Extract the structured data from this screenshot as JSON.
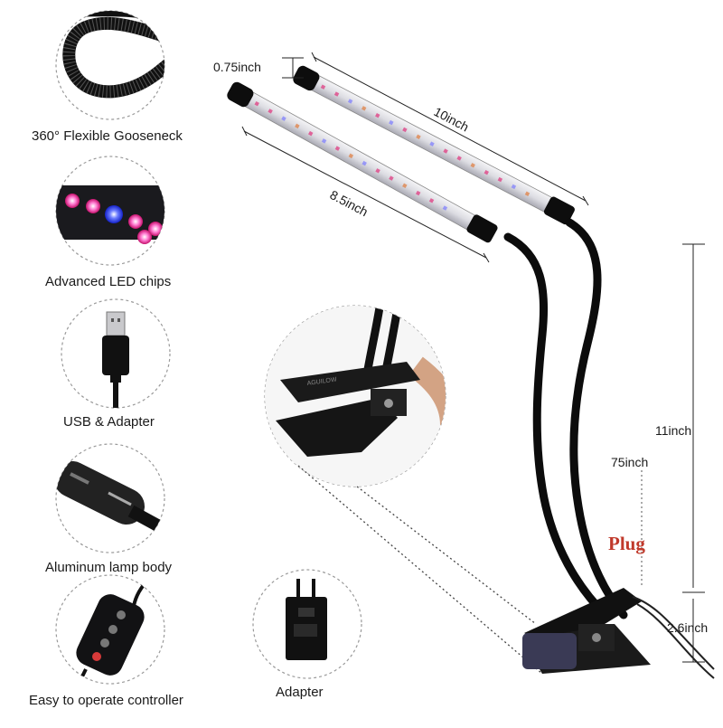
{
  "features": [
    {
      "icon": "gooseneck-icon",
      "label": "360°  Flexible Gooseneck"
    },
    {
      "icon": "led-chips-icon",
      "label": "Advanced LED chips"
    },
    {
      "icon": "usb-plug-icon",
      "label": "USB & Adapter"
    },
    {
      "icon": "lamp-body-icon",
      "label": "Aluminum lamp body"
    },
    {
      "icon": "controller-icon",
      "label": "Easy to operate controller"
    }
  ],
  "adapter": {
    "icon": "adapter-icon",
    "label": "Adapter"
  },
  "clip_brand": "AGUILOW",
  "dimensions": {
    "diameter": "0.75inch",
    "top_bar_length": "10inch",
    "bottom_bar_length": "8.5inch",
    "gooseneck_height": "11inch",
    "cable_length": "75inch",
    "clip_height": "2.6inch"
  },
  "plug_label": "Plug",
  "colors": {
    "plug_text": "#c0392b",
    "led_red": "#e0307a",
    "led_blue": "#3344ff"
  }
}
